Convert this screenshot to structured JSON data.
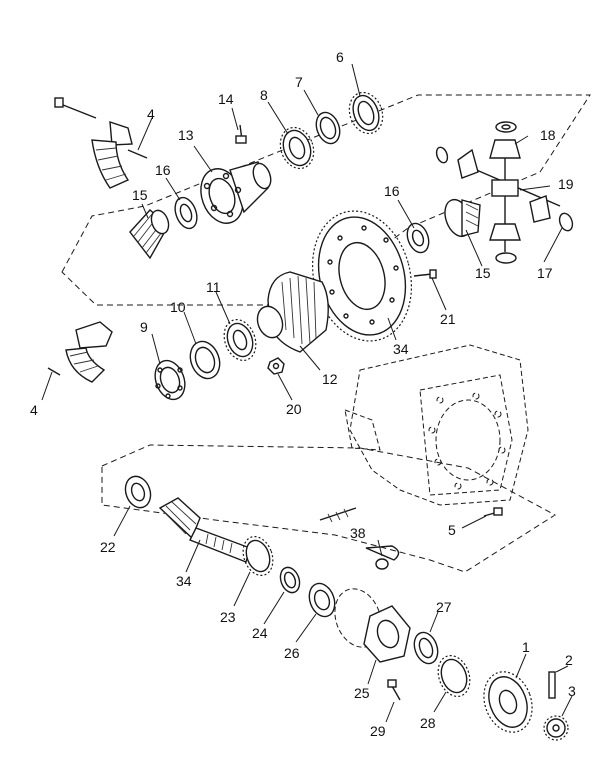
{
  "diagram": {
    "callouts": [
      {
        "id": "c1",
        "text": "1"
      },
      {
        "id": "c2",
        "text": "2"
      },
      {
        "id": "c3",
        "text": "3"
      },
      {
        "id": "c4a",
        "text": "4"
      },
      {
        "id": "c4b",
        "text": "4"
      },
      {
        "id": "c5",
        "text": "5"
      },
      {
        "id": "c6",
        "text": "6"
      },
      {
        "id": "c7",
        "text": "7"
      },
      {
        "id": "c8",
        "text": "8"
      },
      {
        "id": "c9",
        "text": "9"
      },
      {
        "id": "c10",
        "text": "10"
      },
      {
        "id": "c11",
        "text": "11"
      },
      {
        "id": "c12",
        "text": "12"
      },
      {
        "id": "c13",
        "text": "13"
      },
      {
        "id": "c14",
        "text": "14"
      },
      {
        "id": "c15a",
        "text": "15"
      },
      {
        "id": "c15b",
        "text": "15"
      },
      {
        "id": "c16a",
        "text": "16"
      },
      {
        "id": "c16b",
        "text": "16"
      },
      {
        "id": "c17",
        "text": "17"
      },
      {
        "id": "c18",
        "text": "18"
      },
      {
        "id": "c19",
        "text": "19"
      },
      {
        "id": "c20",
        "text": "20"
      },
      {
        "id": "c21",
        "text": "21"
      },
      {
        "id": "c22",
        "text": "22"
      },
      {
        "id": "c23",
        "text": "23"
      },
      {
        "id": "c24",
        "text": "24"
      },
      {
        "id": "c25",
        "text": "25"
      },
      {
        "id": "c26",
        "text": "26"
      },
      {
        "id": "c27",
        "text": "27"
      },
      {
        "id": "c28",
        "text": "28"
      },
      {
        "id": "c29",
        "text": "29"
      },
      {
        "id": "c34a",
        "text": "34"
      },
      {
        "id": "c34b",
        "text": "34"
      },
      {
        "id": "c38",
        "text": "38"
      }
    ]
  }
}
